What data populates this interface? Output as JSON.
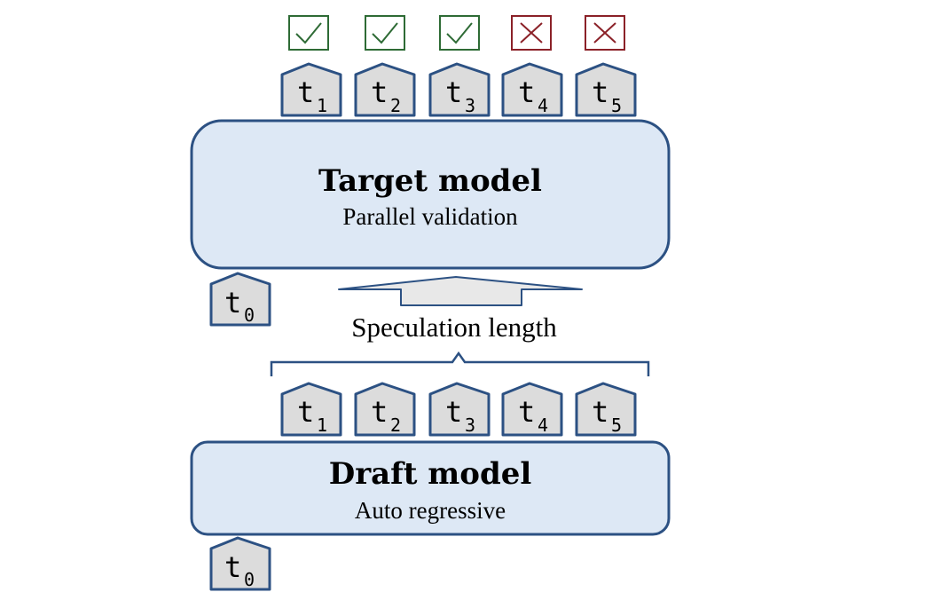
{
  "target_model": {
    "title": "Target model",
    "subtitle": "Parallel validation",
    "output_tokens": [
      {
        "base": "t",
        "sub": "1"
      },
      {
        "base": "t",
        "sub": "2"
      },
      {
        "base": "t",
        "sub": "3"
      },
      {
        "base": "t",
        "sub": "4"
      },
      {
        "base": "t",
        "sub": "5"
      }
    ],
    "input_token": {
      "base": "t",
      "sub": "0"
    },
    "validation": [
      "accepted",
      "accepted",
      "accepted",
      "rejected",
      "rejected"
    ]
  },
  "speculation_label": "Speculation length",
  "draft_model": {
    "title": "Draft model",
    "subtitle": "Auto regressive",
    "output_tokens": [
      {
        "base": "t",
        "sub": "1"
      },
      {
        "base": "t",
        "sub": "2"
      },
      {
        "base": "t",
        "sub": "3"
      },
      {
        "base": "t",
        "sub": "4"
      },
      {
        "base": "t",
        "sub": "5"
      }
    ],
    "input_token": {
      "base": "t",
      "sub": "0"
    }
  },
  "colors": {
    "box_fill": "#dde8f5",
    "box_stroke": "#2c5183",
    "token_fill": "#dcdcdc",
    "token_stroke": "#2c5183",
    "accept": "#2e6b35",
    "reject": "#8b2128",
    "arrow_fill": "#e8e8e8"
  }
}
